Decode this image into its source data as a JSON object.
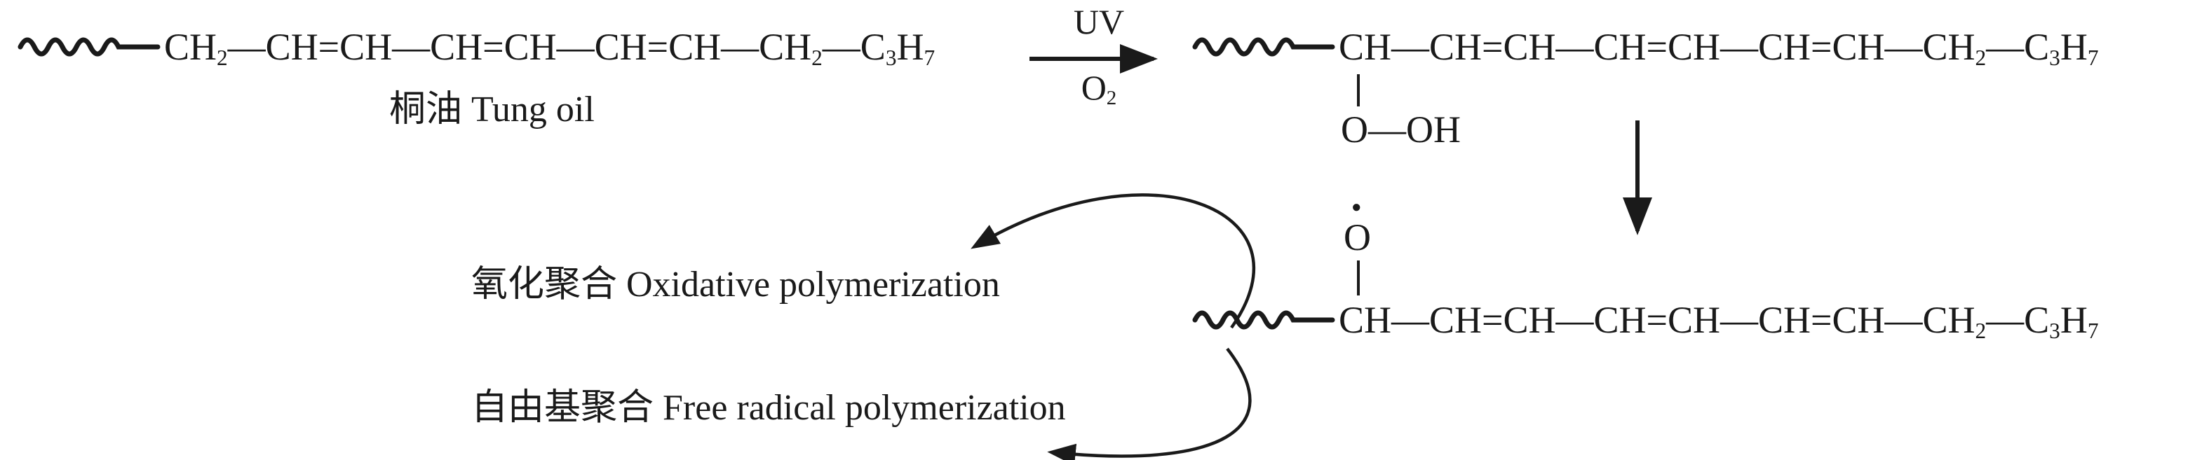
{
  "scheme": {
    "reactant": {
      "formula": "CH_2_—CH=CH—CH=CH—CH=CH—CH_2_—C_3_H_7_",
      "label": "桐油 Tung oil"
    },
    "conditions": {
      "above": "UV",
      "below": "O_2_"
    },
    "hydroperoxide": {
      "formula": "CH—CH=CH—CH=CH—CH=CH—CH_2_—C_3_H_7_",
      "substituent": "O—OH"
    },
    "alkoxy_radical": {
      "radical_dot": "●",
      "substituent": "O",
      "formula": "CH—CH=CH—CH=CH—CH=CH—CH_2_—C_3_H_7_"
    },
    "pathways": {
      "oxidative": "氧化聚合 Oxidative polymerization",
      "free_radical": "自由基聚合 Free radical polymerization"
    },
    "colors": {
      "ink": "#1a1a1a",
      "background": "#ffffff"
    }
  }
}
